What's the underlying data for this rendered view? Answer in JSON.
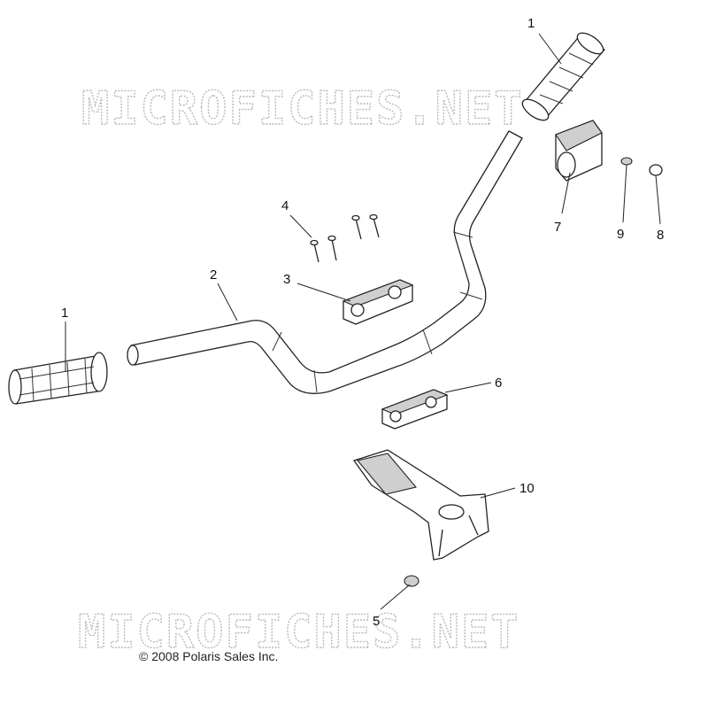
{
  "diagram": {
    "watermark_top": "MICROFICHES.NET",
    "watermark_bottom": "MICROFICHES.NET",
    "copyright": "© 2008 Polaris Sales Inc.",
    "callouts": [
      {
        "id": "grip-right",
        "label": "1"
      },
      {
        "id": "grip-left",
        "label": "1"
      },
      {
        "id": "handlebar",
        "label": "2"
      },
      {
        "id": "upper-clamp",
        "label": "3"
      },
      {
        "id": "bolts",
        "label": "4"
      },
      {
        "id": "nut",
        "label": "5"
      },
      {
        "id": "lower-clamp",
        "label": "6"
      },
      {
        "id": "pad",
        "label": "7"
      },
      {
        "id": "plug-8",
        "label": "8"
      },
      {
        "id": "plug-9",
        "label": "9"
      },
      {
        "id": "bracket",
        "label": "10"
      }
    ]
  }
}
